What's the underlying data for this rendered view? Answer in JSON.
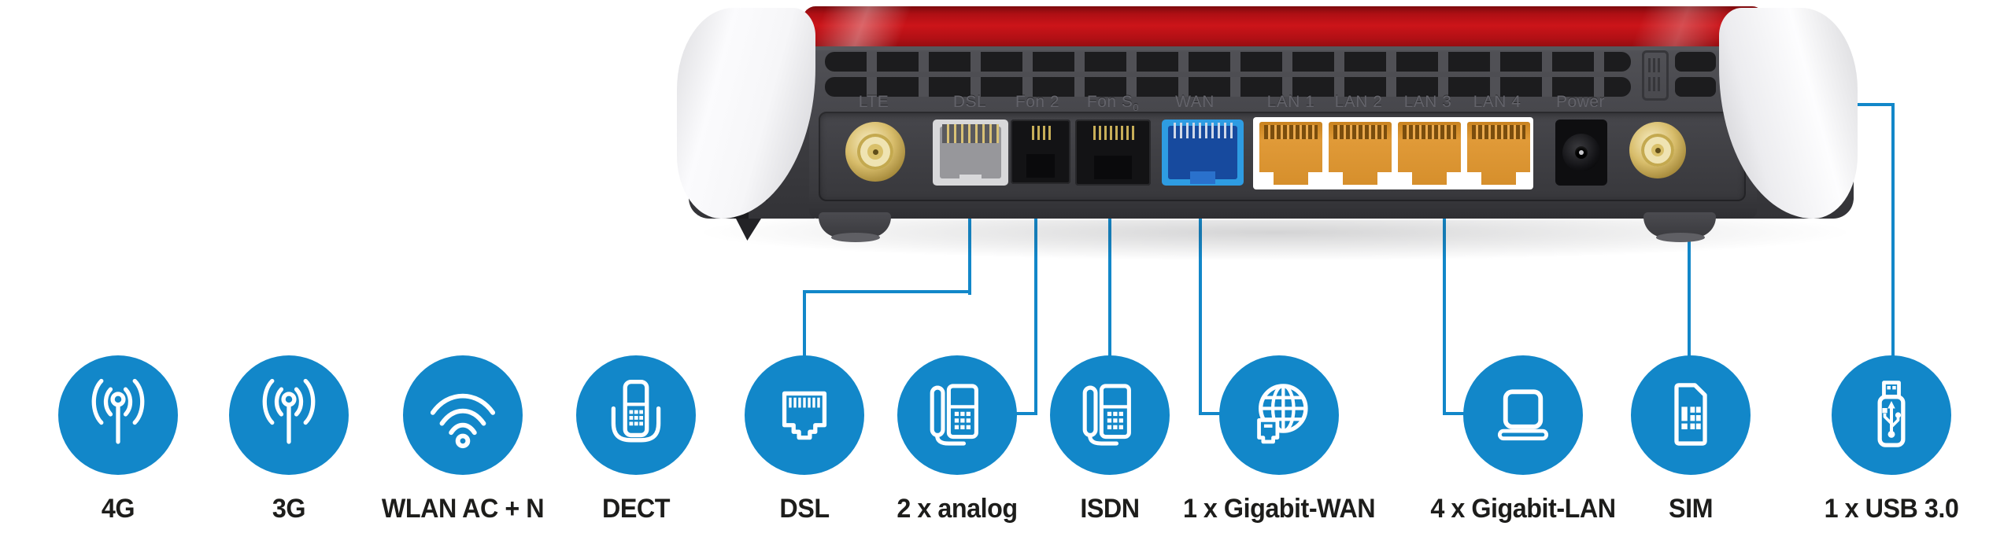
{
  "colors": {
    "icon_blue": "#1287C9",
    "callout_line_blue": "#1287C9",
    "feature_label_color": "#1d1d1b",
    "router_red": "#C01318",
    "panel_gray": "#46464A",
    "wan_port_blue": "#2E9CE2",
    "lan_port_orange": "#DD9130",
    "dsl_port_gray": "#D8D8DA",
    "antenna_gold": "#D9C06A"
  },
  "router": {
    "port_labels": [
      {
        "text": "LTE"
      },
      {
        "text": "DSL"
      },
      {
        "text": "Fon 2"
      },
      {
        "text": "Fon S",
        "sub": "0"
      },
      {
        "text": "WAN"
      },
      {
        "text": "LAN 1"
      },
      {
        "text": "LAN 2"
      },
      {
        "text": "LAN 3"
      },
      {
        "text": "LAN 4"
      },
      {
        "text": "Power"
      }
    ]
  },
  "features": [
    {
      "label": "4G",
      "icon": "cellular-antenna-icon",
      "has_callout_line": false,
      "line_from_port": null
    },
    {
      "label": "3G",
      "icon": "cellular-antenna-icon",
      "has_callout_line": false,
      "line_from_port": null
    },
    {
      "label": "WLAN AC + N",
      "icon": "wifi-icon",
      "has_callout_line": false,
      "line_from_port": null
    },
    {
      "label": "DECT",
      "icon": "dect-handset-icon",
      "has_callout_line": false,
      "line_from_port": null
    },
    {
      "label": "DSL",
      "icon": "rj45-jack-icon",
      "has_callout_line": true,
      "line_from_port": "DSL"
    },
    {
      "label": "2 x analog",
      "icon": "telephone-icon",
      "has_callout_line": true,
      "line_from_port": "Fon 2"
    },
    {
      "label": "ISDN",
      "icon": "telephone-icon",
      "has_callout_line": true,
      "line_from_port": "Fon S0"
    },
    {
      "label": "1 x Gigabit-WAN",
      "icon": "globe-network-icon",
      "has_callout_line": true,
      "line_from_port": "WAN"
    },
    {
      "label": "4 x Gigabit-LAN",
      "icon": "laptop-icon",
      "has_callout_line": true,
      "line_from_port": "LAN"
    },
    {
      "label": "SIM",
      "icon": "sim-card-icon",
      "has_callout_line": true,
      "line_from_port": null
    },
    {
      "label": "1 x USB 3.0",
      "icon": "usb-stick-icon",
      "has_callout_line": true,
      "line_from_port": null
    }
  ]
}
